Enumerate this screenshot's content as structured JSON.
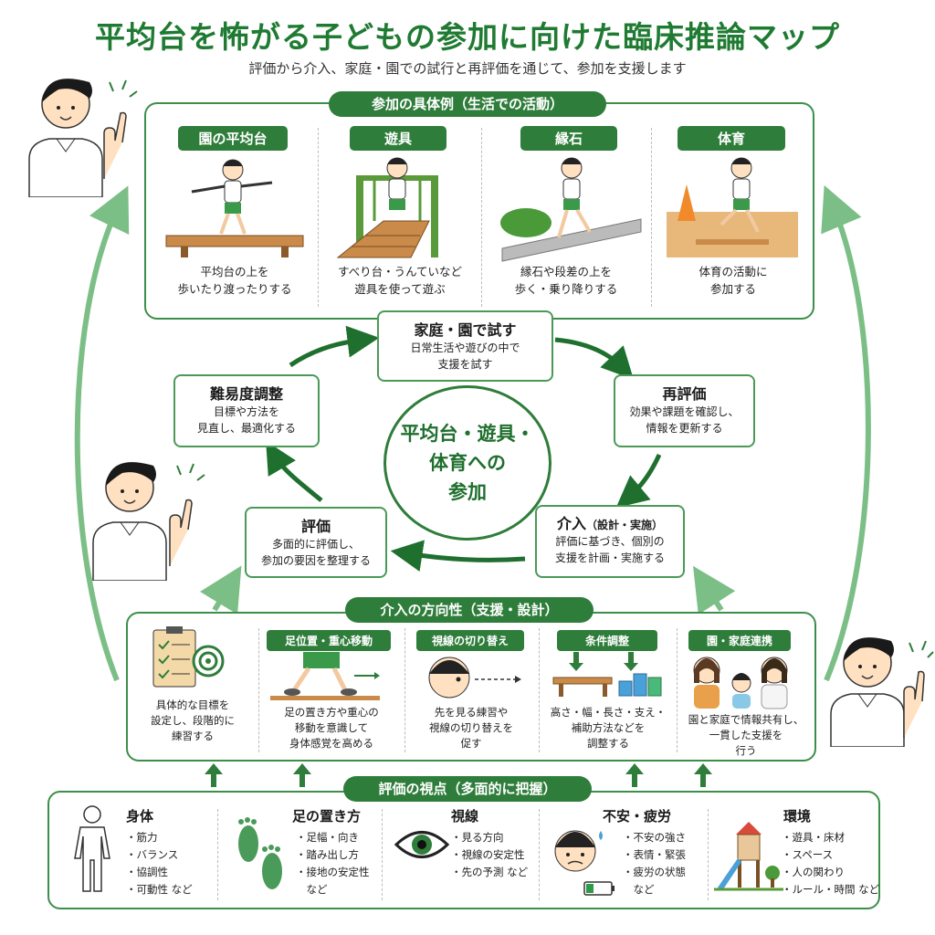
{
  "title": "平均台を怖がる子どもの参加に向けた臨床推論マップ",
  "subtitle": "評価から介入、家庭・園での試行と再評価を通じて、参加を支援します",
  "top": {
    "header": "参加の具体例（生活での活動）",
    "items": [
      {
        "tag": "園の平均台",
        "caption": [
          "平均台の上を",
          "歩いたり渡ったりする"
        ]
      },
      {
        "tag": "遊具",
        "caption": [
          "すべり台・うんていなど",
          "遊具を使って遊ぶ"
        ]
      },
      {
        "tag": "縁石",
        "caption": [
          "縁石や段差の上を",
          "歩く・乗り降りする"
        ]
      },
      {
        "tag": "体育",
        "caption": [
          "体育の活動に",
          "参加する"
        ]
      }
    ]
  },
  "cycle": {
    "center": [
      "平均台・遊具・",
      "体育への",
      "参加"
    ],
    "try": {
      "title": "家庭・園で試す",
      "text": [
        "日常生活や遊びの中で",
        "支援を試す"
      ]
    },
    "reeval": {
      "title": "再評価",
      "text": [
        "効果や課題を確認し、",
        "情報を更新する"
      ]
    },
    "intervention": {
      "title": "介入",
      "title_sub": "（設計・実施）",
      "text": [
        "評価に基づき、個別の",
        "支援を計画・実施する"
      ]
    },
    "evaluation": {
      "title": "評価",
      "text": [
        "多面的に評価し、",
        "参加の要因を整理する"
      ]
    },
    "adjust": {
      "title": "難易度調整",
      "text": [
        "目標や方法を",
        "見直し、最適化する"
      ]
    }
  },
  "middle": {
    "header": "介入の方向性（支援・設計）",
    "items": [
      {
        "tag": "",
        "caption": [
          "具体的な目標を",
          "設定し、段階的に",
          "練習する"
        ]
      },
      {
        "tag": "足位置・重心移動",
        "caption": [
          "足の置き方や重心の",
          "移動を意識して",
          "身体感覚を高める"
        ]
      },
      {
        "tag": "視線の切り替え",
        "caption": [
          "先を見る練習や",
          "視線の切り替えを",
          "促す"
        ]
      },
      {
        "tag": "条件調整",
        "caption": [
          "高さ・幅・長さ・支え・",
          "補助方法などを",
          "調整する"
        ]
      },
      {
        "tag": "園・家庭連携",
        "caption": [
          "園と家庭で情報共有し、",
          "一貫した支援を",
          "行う"
        ]
      }
    ]
  },
  "bottom": {
    "header": "評価の視点（多面的に把握）",
    "items": [
      {
        "title": "身体",
        "list": [
          "・筋力",
          "・バランス",
          "・協調性",
          "・可動性 など"
        ]
      },
      {
        "title": "足の置き方",
        "list": [
          "・足幅・向き",
          "・踏み出し方",
          "・接地の安定性",
          "　など"
        ]
      },
      {
        "title": "視線",
        "list": [
          "・見る方向",
          "・視線の安定性",
          "・先の予測 など"
        ]
      },
      {
        "title": "不安・疲労",
        "list": [
          "・不安の強さ",
          "・表情・緊張",
          "・疲労の状態",
          "　など"
        ]
      },
      {
        "title": "環境",
        "list": [
          "・遊具・床材",
          "・スペース",
          "・人の関わり",
          "・ルール・時間 など"
        ]
      }
    ]
  },
  "colors": {
    "primary": "#2f7d3b",
    "arrow": "#7cbf86",
    "dark_arrow": "#1f6f2e"
  }
}
